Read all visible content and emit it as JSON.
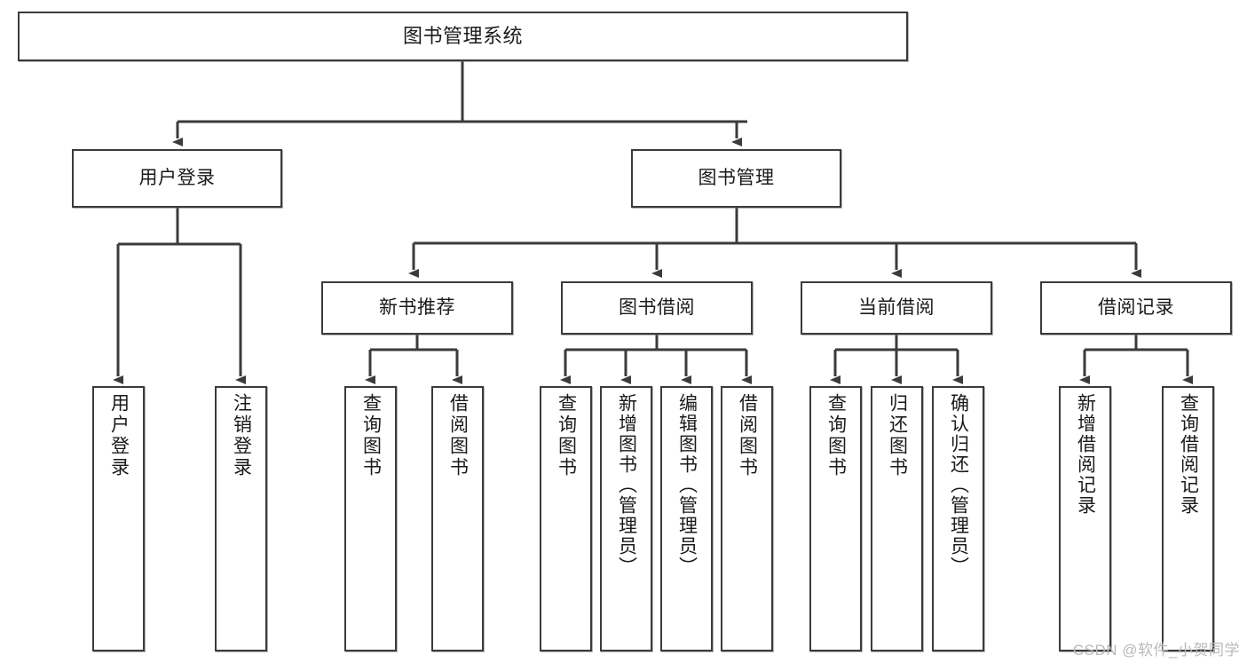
{
  "diagram": {
    "title": "图书管理系统",
    "type": "tree-hierarchy-diagram",
    "watermark": "CSDN @软件_小贺同学",
    "colors": {
      "stroke": "#3b3b3b",
      "fill": "#ffffff",
      "text": "#1a1a1a",
      "watermark": "#b9b9b9"
    },
    "nodes": {
      "root": {
        "label": "图书管理系统"
      },
      "level2": [
        {
          "label": "用户登录"
        },
        {
          "label": "图书管理"
        }
      ],
      "level3": [
        {
          "label": "新书推荐"
        },
        {
          "label": "图书借阅"
        },
        {
          "label": "当前借阅"
        },
        {
          "label": "借阅记录"
        }
      ],
      "leaves": {
        "user_login": [
          {
            "label": "用户登录"
          },
          {
            "label": "注销登录"
          }
        ],
        "new_book_recommend": [
          {
            "label": "查询图书"
          },
          {
            "label": "借阅图书"
          }
        ],
        "book_borrow": [
          {
            "label": "查询图书"
          },
          {
            "label": "新增图书（管理员）"
          },
          {
            "label": "编辑图书（管理员）"
          },
          {
            "label": "借阅图书"
          }
        ],
        "current_borrow": [
          {
            "label": "查询图书"
          },
          {
            "label": "归还图书"
          },
          {
            "label": "确认归还（管理员）"
          }
        ],
        "borrow_record": [
          {
            "label": "新增借阅记录"
          },
          {
            "label": "查询借阅记录"
          }
        ]
      }
    }
  }
}
